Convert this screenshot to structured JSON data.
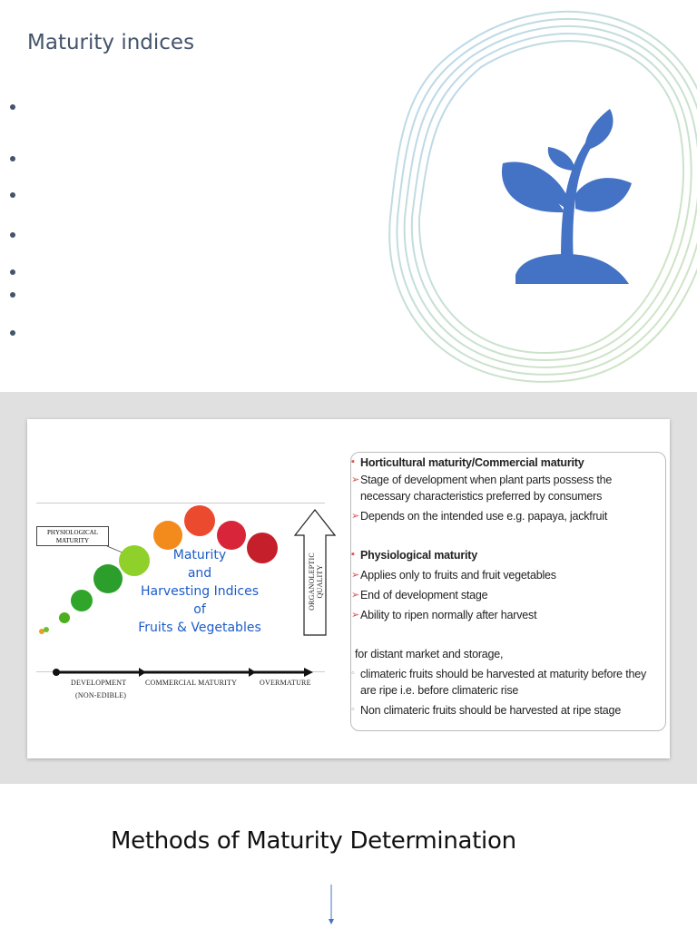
{
  "slide1": {
    "title": "Maturity indices",
    "bullet_count": 7,
    "accent_blue": "#4472c4",
    "title_color": "#44546a"
  },
  "figure": {
    "maturity_title": [
      "Maturity",
      "and",
      "Harvesting Indices",
      "of",
      "Fruits & Vegetables"
    ],
    "physiological_label_line1": "PHYSIOLOGICAL",
    "physiological_label_line2": "MATURITY",
    "axis_vertical_label": "ORGANOLEPTIC QUALITY",
    "stage_development": "DEVELOPMENT",
    "stage_non_edible": "(NON-EDIBLE)",
    "stage_commercial": "COMMERCIAL MATURITY",
    "stage_overmature": "OVERMATURE"
  },
  "info": {
    "lines": [
      {
        "text": "Horticultural maturity/Commercial maturity",
        "bold": true,
        "mark": "▪"
      },
      {
        "text": "Stage of development when plant parts possess the",
        "bold": false,
        "mark": "➢"
      },
      {
        "text": "necessary characteristics preferred by consumers",
        "bold": false,
        "mark": ""
      },
      {
        "text": "Depends on the intended use e.g. papaya, jackfruit",
        "bold": false,
        "mark": "➢"
      },
      {
        "text": "Physiological maturity",
        "bold": true,
        "mark": "▪"
      },
      {
        "text": "Applies only to fruits and fruit vegetables",
        "bold": false,
        "mark": "➢"
      },
      {
        "text": "End of development stage",
        "bold": false,
        "mark": "➢"
      },
      {
        "text": "Ability to ripen normally after harvest",
        "bold": false,
        "mark": "➢"
      },
      {
        "text": "for distant market and storage,",
        "bold": false,
        "mark": ""
      },
      {
        "text": "climateric fruits should be harvested at maturity before they",
        "bold": false,
        "mark": "◦"
      },
      {
        "text": "are ripe i.e. before climateric rise",
        "bold": false,
        "mark": ""
      },
      {
        "text": "Non climateric fruits should be harvested at ripe stage",
        "bold": false,
        "mark": "◦"
      }
    ]
  },
  "slide3": {
    "title": "Methods of Maturity Determination"
  }
}
